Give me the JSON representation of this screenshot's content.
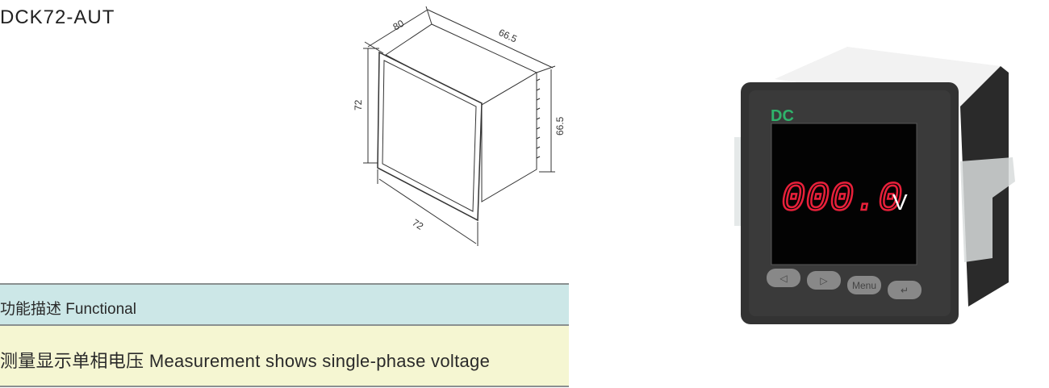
{
  "title": "DCK72-AUT",
  "drawing": {
    "width_label": "80",
    "depth_label": "66.5",
    "height_label": "72",
    "side_label": "66.5",
    "front_label": "72"
  },
  "product": {
    "display": "000.0",
    "unit": "V",
    "buttons": [
      "◁",
      "▷",
      "Menu",
      "↵"
    ],
    "logo": "DC",
    "accent": "#e8203a",
    "logo_color": "#2fb36b"
  },
  "spec": {
    "header": "功能描述 Functional",
    "row": "测量显示单相电压  Measurement shows single-phase voltage"
  }
}
